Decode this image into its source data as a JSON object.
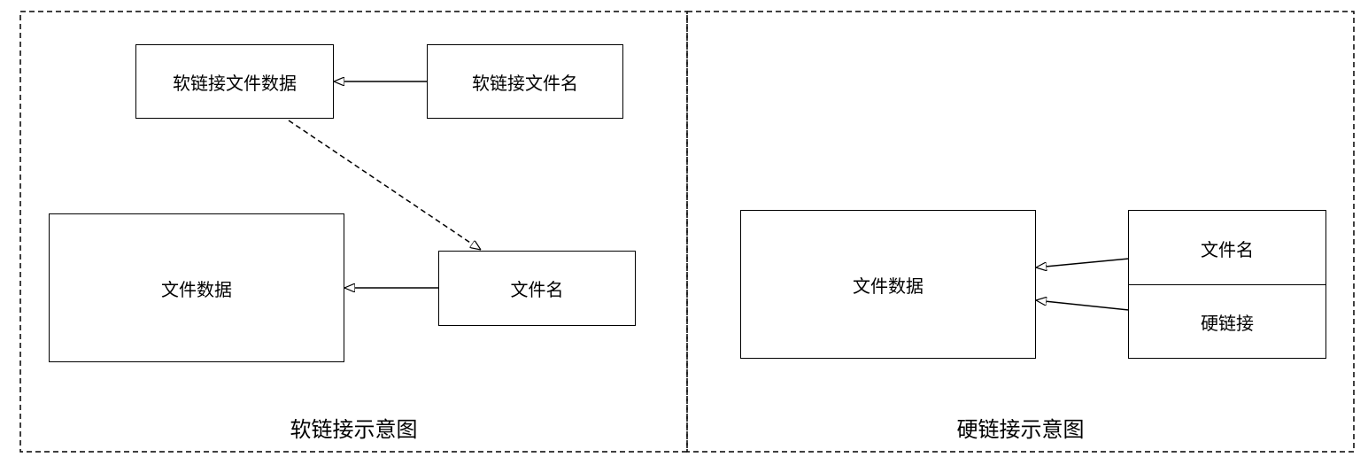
{
  "soft_link": {
    "caption": "软链接示意图",
    "link_data": "软链接文件数据",
    "link_name": "软链接文件名",
    "file_data": "文件数据",
    "file_name": "文件名"
  },
  "hard_link": {
    "caption": "硬链接示意图",
    "file_data": "文件数据",
    "file_name": "文件名",
    "hard_link": "硬链接"
  },
  "colors": {
    "stroke": "#000000",
    "background": "#ffffff"
  }
}
